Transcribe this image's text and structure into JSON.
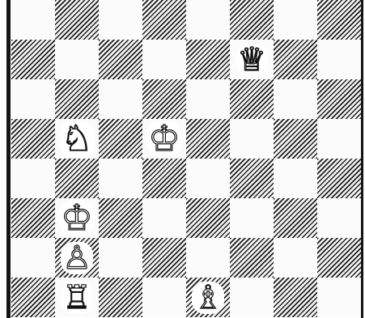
{
  "board": {
    "rows": [
      [
        {
          "name": "square-a8",
          "color": "light",
          "piece": null
        },
        {
          "name": "square-b8",
          "color": "dark",
          "piece": null
        },
        {
          "name": "square-c8",
          "color": "light",
          "piece": null
        },
        {
          "name": "square-d8",
          "color": "dark",
          "piece": null
        },
        {
          "name": "square-e8",
          "color": "light",
          "piece": null
        },
        {
          "name": "square-f8",
          "color": "dark",
          "piece": null
        },
        {
          "name": "square-g8",
          "color": "light",
          "piece": null
        },
        {
          "name": "square-h8",
          "color": "dark",
          "piece": null
        }
      ],
      [
        {
          "name": "square-a7",
          "color": "dark",
          "piece": null
        },
        {
          "name": "square-b7",
          "color": "light",
          "piece": null
        },
        {
          "name": "square-c7",
          "color": "dark",
          "piece": null
        },
        {
          "name": "square-d7",
          "color": "light",
          "piece": null
        },
        {
          "name": "square-e7",
          "color": "dark",
          "piece": null
        },
        {
          "name": "square-f7",
          "color": "light",
          "piece": {
            "glyph": "♕",
            "name": "white-queen-icon",
            "kind": "queen"
          }
        },
        {
          "name": "square-g7",
          "color": "dark",
          "piece": null
        },
        {
          "name": "square-h7",
          "color": "light",
          "piece": null
        }
      ],
      [
        {
          "name": "square-a6",
          "color": "light",
          "piece": null
        },
        {
          "name": "square-b6",
          "color": "dark",
          "piece": null
        },
        {
          "name": "square-c6",
          "color": "light",
          "piece": null
        },
        {
          "name": "square-d6",
          "color": "dark",
          "piece": null
        },
        {
          "name": "square-e6",
          "color": "light",
          "piece": null
        },
        {
          "name": "square-f6",
          "color": "dark",
          "piece": null
        },
        {
          "name": "square-g6",
          "color": "light",
          "piece": null
        },
        {
          "name": "square-h6",
          "color": "dark",
          "piece": null
        }
      ],
      [
        {
          "name": "square-a5",
          "color": "dark",
          "piece": null
        },
        {
          "name": "square-b5",
          "color": "light",
          "piece": {
            "glyph": "♘",
            "name": "white-knight-icon",
            "kind": "knight"
          }
        },
        {
          "name": "square-c5",
          "color": "dark",
          "piece": null
        },
        {
          "name": "square-d5",
          "color": "light",
          "piece": {
            "glyph": "♔",
            "name": "white-king-icon",
            "kind": "king"
          }
        },
        {
          "name": "square-e5",
          "color": "dark",
          "piece": null
        },
        {
          "name": "square-f5",
          "color": "light",
          "piece": null
        },
        {
          "name": "square-g5",
          "color": "dark",
          "piece": null
        },
        {
          "name": "square-h5",
          "color": "light",
          "piece": null
        }
      ],
      [
        {
          "name": "square-a4",
          "color": "light",
          "piece": null
        },
        {
          "name": "square-b4",
          "color": "dark",
          "piece": null
        },
        {
          "name": "square-c4",
          "color": "light",
          "piece": null
        },
        {
          "name": "square-d4",
          "color": "dark",
          "piece": null
        },
        {
          "name": "square-e4",
          "color": "light",
          "piece": null
        },
        {
          "name": "square-f4",
          "color": "dark",
          "piece": null
        },
        {
          "name": "square-g4",
          "color": "light",
          "piece": null
        },
        {
          "name": "square-h4",
          "color": "dark",
          "piece": null
        }
      ],
      [
        {
          "name": "square-a3",
          "color": "dark",
          "piece": null
        },
        {
          "name": "square-b3",
          "color": "light",
          "piece": {
            "glyph": "♔",
            "name": "king-icon",
            "kind": "king"
          }
        },
        {
          "name": "square-c3",
          "color": "dark",
          "piece": null
        },
        {
          "name": "square-d3",
          "color": "light",
          "piece": null
        },
        {
          "name": "square-e3",
          "color": "dark",
          "piece": null
        },
        {
          "name": "square-f3",
          "color": "light",
          "piece": null
        },
        {
          "name": "square-g3",
          "color": "dark",
          "piece": null
        },
        {
          "name": "square-h3",
          "color": "light",
          "piece": null
        }
      ],
      [
        {
          "name": "square-a2",
          "color": "light",
          "piece": null
        },
        {
          "name": "square-b2",
          "color": "dark",
          "piece": {
            "glyph": "♙",
            "name": "white-pawn-icon",
            "kind": "pawn"
          }
        },
        {
          "name": "square-c2",
          "color": "light",
          "piece": null
        },
        {
          "name": "square-d2",
          "color": "dark",
          "piece": null
        },
        {
          "name": "square-e2",
          "color": "light",
          "piece": null
        },
        {
          "name": "square-f2",
          "color": "dark",
          "piece": null
        },
        {
          "name": "square-g2",
          "color": "light",
          "piece": null
        },
        {
          "name": "square-h2",
          "color": "dark",
          "piece": null
        }
      ],
      [
        {
          "name": "square-a1",
          "color": "dark",
          "piece": null
        },
        {
          "name": "square-b1",
          "color": "light",
          "piece": {
            "glyph": "♖",
            "name": "white-rook-icon",
            "kind": "rook"
          }
        },
        {
          "name": "square-c1",
          "color": "dark",
          "piece": null
        },
        {
          "name": "square-d1",
          "color": "light",
          "piece": null
        },
        {
          "name": "square-e1",
          "color": "dark",
          "piece": {
            "glyph": "♗",
            "name": "white-bishop-icon",
            "kind": "bishop"
          }
        },
        {
          "name": "square-f1",
          "color": "light",
          "piece": null
        },
        {
          "name": "square-g1",
          "color": "dark",
          "piece": null
        },
        {
          "name": "square-h1",
          "color": "light",
          "piece": null
        }
      ]
    ],
    "colors": {
      "light": "#fbfbfb",
      "dark_hatch": "#1c1c1c",
      "border": "#141414"
    }
  }
}
